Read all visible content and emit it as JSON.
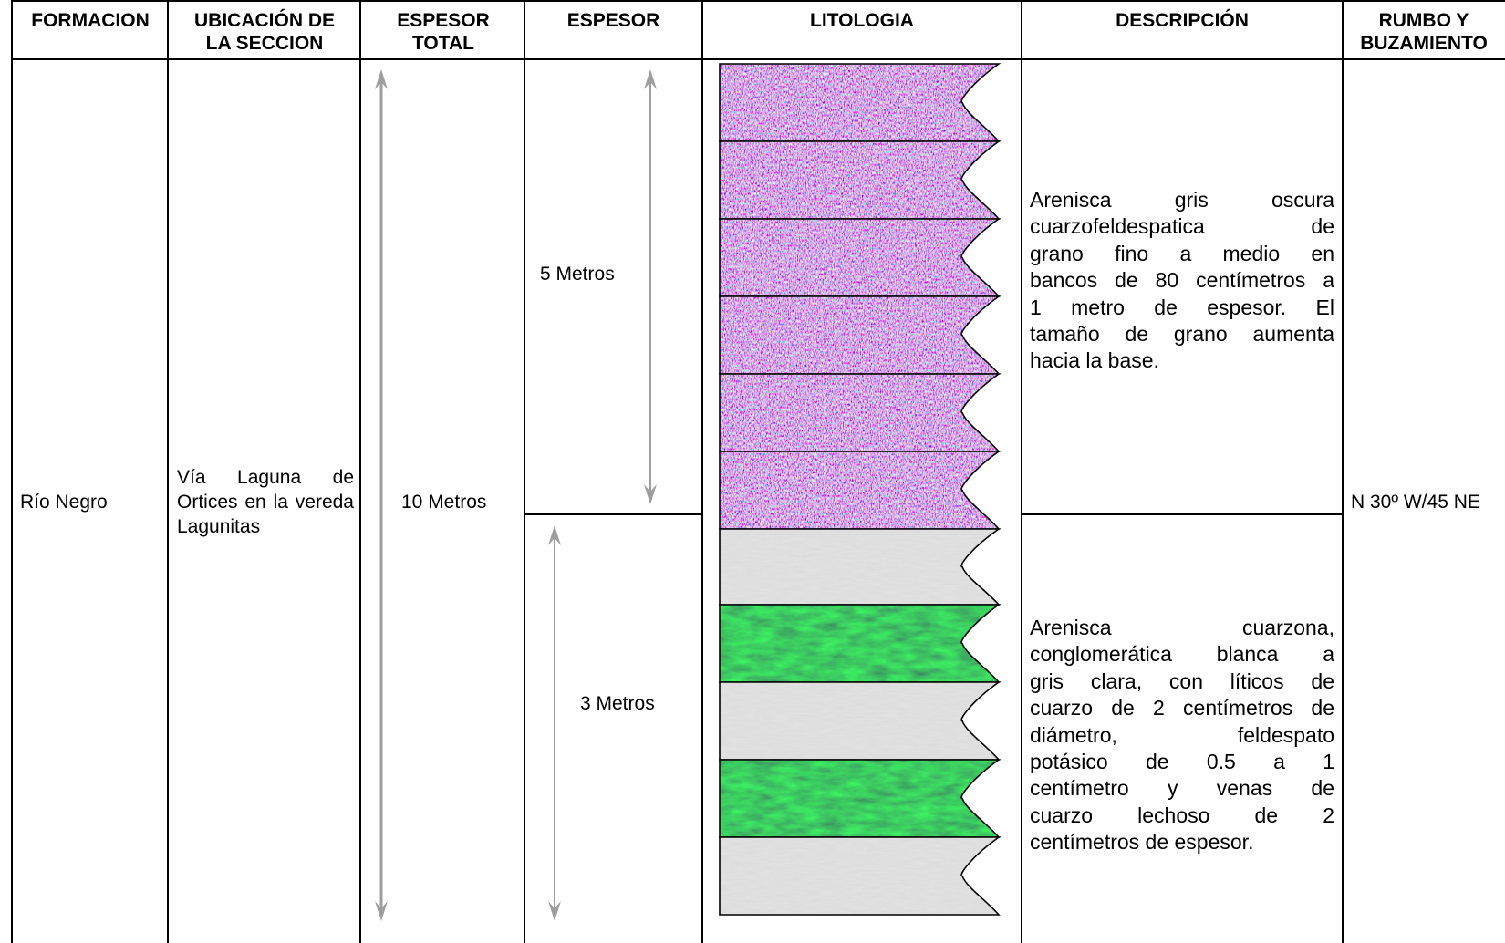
{
  "headers": {
    "formacion": "FORMACION",
    "ubicacion_l1": "UBICACIÓN DE",
    "ubicacion_l2": "LA SECCION",
    "espesor_total_l1": "ESPESOR",
    "espesor_total_l2": "TOTAL",
    "espesor": "ESPESOR",
    "litologia": "LITOLOGIA",
    "descripcion": "DESCRIPCIÓN",
    "rumbo_l1": "RUMBO Y",
    "rumbo_l2": "BUZAMIENTO"
  },
  "row": {
    "formacion": "Río Negro",
    "ubicacion": "Vía Laguna de Ortices en la vereda Lagunitas",
    "espesor_total": "10 Metros",
    "espesor_upper": "5 Metros",
    "espesor_lower": "3 Metros",
    "rumbo": "N 30º W/45 NE"
  },
  "descriptions": {
    "upper_lines": [
      "Arenisca gris oscura",
      "cuarzofeldespatica de",
      "grano fino a medio en",
      "bancos de 80 centímetros a",
      "1 metro de espesor. El",
      "tamaño de grano aumenta",
      "hacia la base."
    ],
    "lower_lines": [
      "Arenisca cuarzona,",
      "conglomerática blanca a",
      "gris clara, con líticos de",
      "cuarzo de 2 centímetros de",
      "diámetro, feldespato",
      "potásico de 0.5 a 1",
      "centímetro y venas de",
      "cuarzo lechoso de 2",
      "centímetros de espesor."
    ]
  },
  "lithology": {
    "units": [
      "sandstone-dark",
      "sandstone-dark",
      "sandstone-dark",
      "sandstone-dark",
      "sandstone-dark",
      "sandstone-dark",
      "sandstone-light",
      "green-bed",
      "sandstone-light",
      "green-bed",
      "sandstone-light"
    ],
    "colors": {
      "grid_line": "#000000",
      "arrow": "#9e9e9e",
      "dark_sandstone_base": "#7a64b4",
      "green_bed": "#1d6b33",
      "light_sandstone": "#dcdcdc"
    }
  }
}
